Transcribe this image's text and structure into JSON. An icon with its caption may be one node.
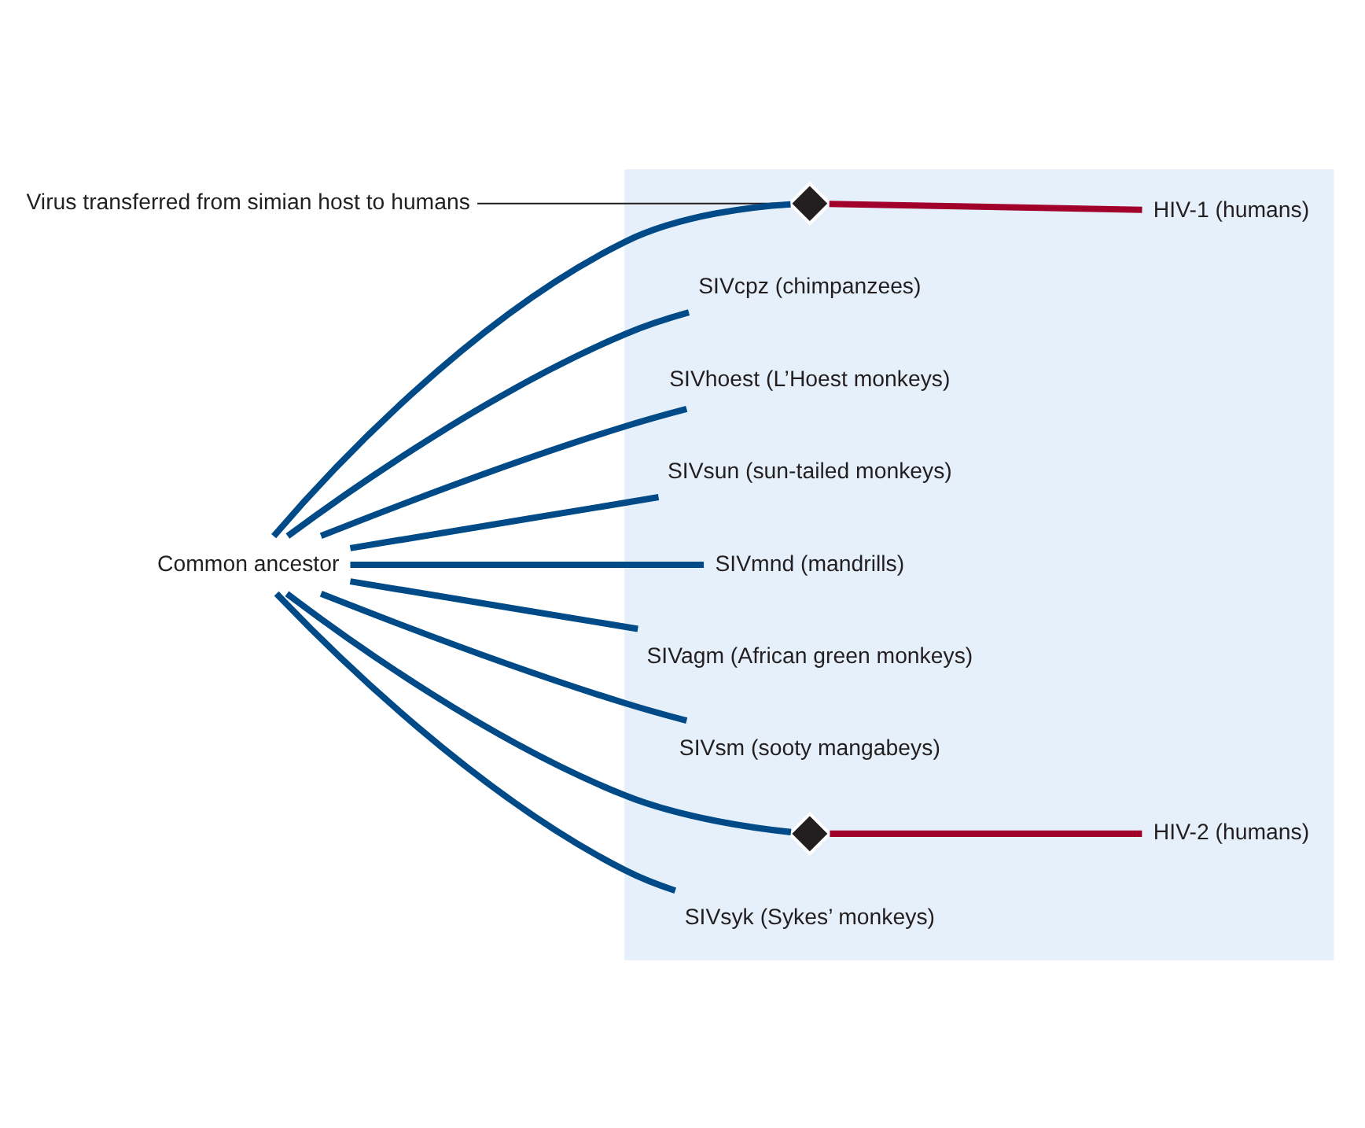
{
  "diagram": {
    "nodes": [
      {
        "text": [],
        "shape": "box"
      },
      {
        "text": [
          "Virus transferred from simian host to humans"
        ]
      },
      {
        "text": [],
        "shape": "diamond",
        "in": 0
      },
      {
        "text": [
          "HIV-1 (humans)"
        ],
        "in": 0
      },
      {
        "text": [
          "SIVcpz (chimpanzees)"
        ],
        "in": 0
      },
      {
        "text": [
          "SIVhoest (L’Hoest monkeys)"
        ],
        "in": 0
      },
      {
        "text": [
          "SIVsun (sun-tailed monkeys)"
        ],
        "in": 0
      },
      {
        "text": [
          "SIVmnd (mandrills)"
        ],
        "in": 0
      },
      {
        "text": [
          "SIVagm (African green monkeys)"
        ],
        "in": 0
      },
      {
        "text": [
          "SIVsm (sooty mangabeys)"
        ],
        "in": 0
      },
      {
        "text": [],
        "shape": "diamond",
        "in": 0
      },
      {
        "text": [
          "HIV-2 (humans)"
        ],
        "in": 0
      },
      {
        "text": [
          "SIVsyk (Sykes’ monkeys)"
        ],
        "in": 0
      },
      {
        "text": [
          "Common ancestor"
        ]
      }
    ],
    "edges": [
      {
        "from": 13,
        "to": 2,
        "arrow": "none"
      },
      {
        "from": 2,
        "to": 3,
        "arrow": "none",
        "color": "#a0002a"
      },
      {
        "from": 13,
        "to": 4,
        "arrow": "none"
      },
      {
        "from": 13,
        "to": 5,
        "arrow": "none"
      },
      {
        "from": 13,
        "to": 6,
        "arrow": "none"
      },
      {
        "from": 13,
        "to": 7,
        "arrow": "none"
      },
      {
        "from": 13,
        "to": 8,
        "arrow": "none"
      },
      {
        "from": 13,
        "to": 9,
        "arrow": "none"
      },
      {
        "from": 13,
        "to": 10,
        "arrow": "none"
      },
      {
        "from": 10,
        "to": 11,
        "arrow": "none",
        "color": "#a0002a"
      },
      {
        "from": 13,
        "to": 12,
        "arrow": "none"
      },
      {
        "from": 1,
        "to": 2,
        "arrow": "none",
        "color": "#231f20"
      }
    ]
  }
}
